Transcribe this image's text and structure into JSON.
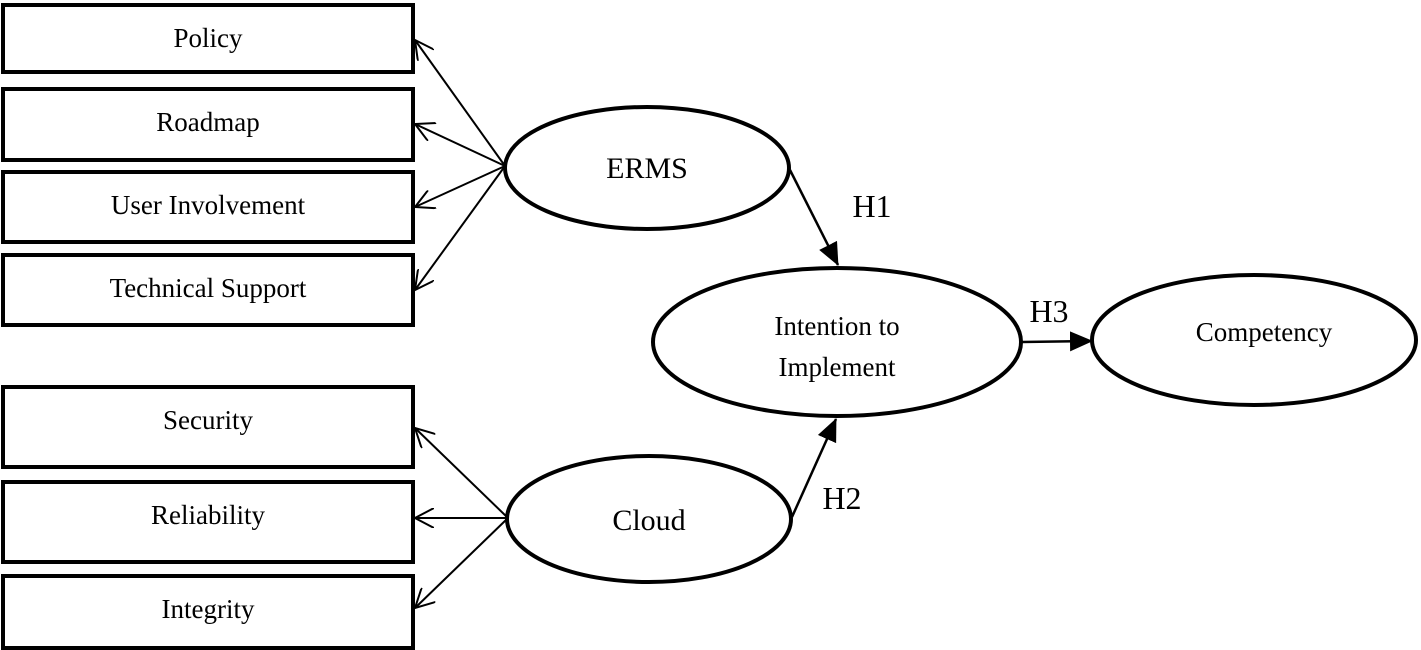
{
  "indicators": {
    "policy": "Policy",
    "roadmap": "Roadmap",
    "user_involvement": "User Involvement",
    "technical_support": "Technical Support",
    "security": "Security",
    "reliability": "Reliability",
    "integrity": "Integrity"
  },
  "constructs": {
    "erms": "ERMS",
    "cloud": "Cloud",
    "intention_line1": "Intention to",
    "intention_line2": "Implement",
    "competency": "Competency"
  },
  "hypotheses": {
    "h1": "H1",
    "h2": "H2",
    "h3": "H3"
  }
}
